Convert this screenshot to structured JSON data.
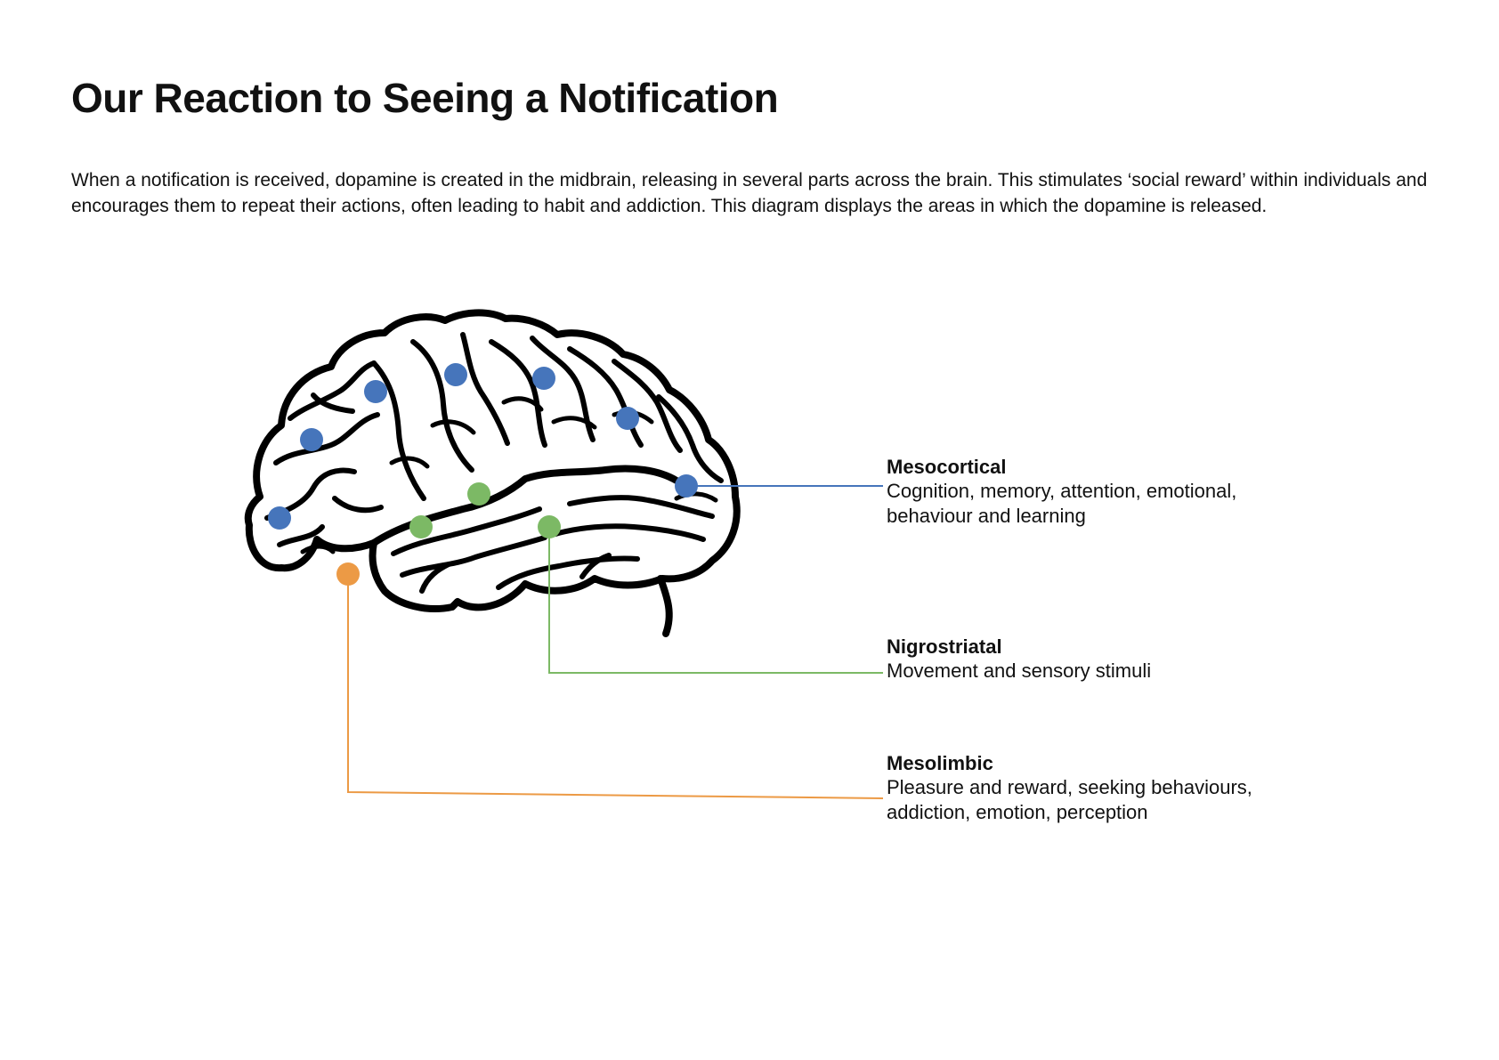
{
  "title": "Our Reaction to Seeing a Notification",
  "intro": "When a notification is received, dopamine is created in the midbrain, releasing in several parts across the brain. This stimulates ‘social reward’ within individuals and encourages them to repeat their actions, often leading to habit and addiction. This diagram displays the areas in which the dopamine is released.",
  "pathways": [
    {
      "name": "Mesocortical",
      "description": "Cognition, memory, attention, emotional, behaviour and learning",
      "color": "#4675bb"
    },
    {
      "name": "Nigrostriatal",
      "description": "Movement and sensory stimuli",
      "color": "#7cb965"
    },
    {
      "name": "Mesolimbic",
      "description": "Pleasure and reward, seeking behaviours, addiction, emotion, perception",
      "color": "#ec9a45"
    }
  ],
  "icons": {
    "brain": "brain-icon"
  }
}
